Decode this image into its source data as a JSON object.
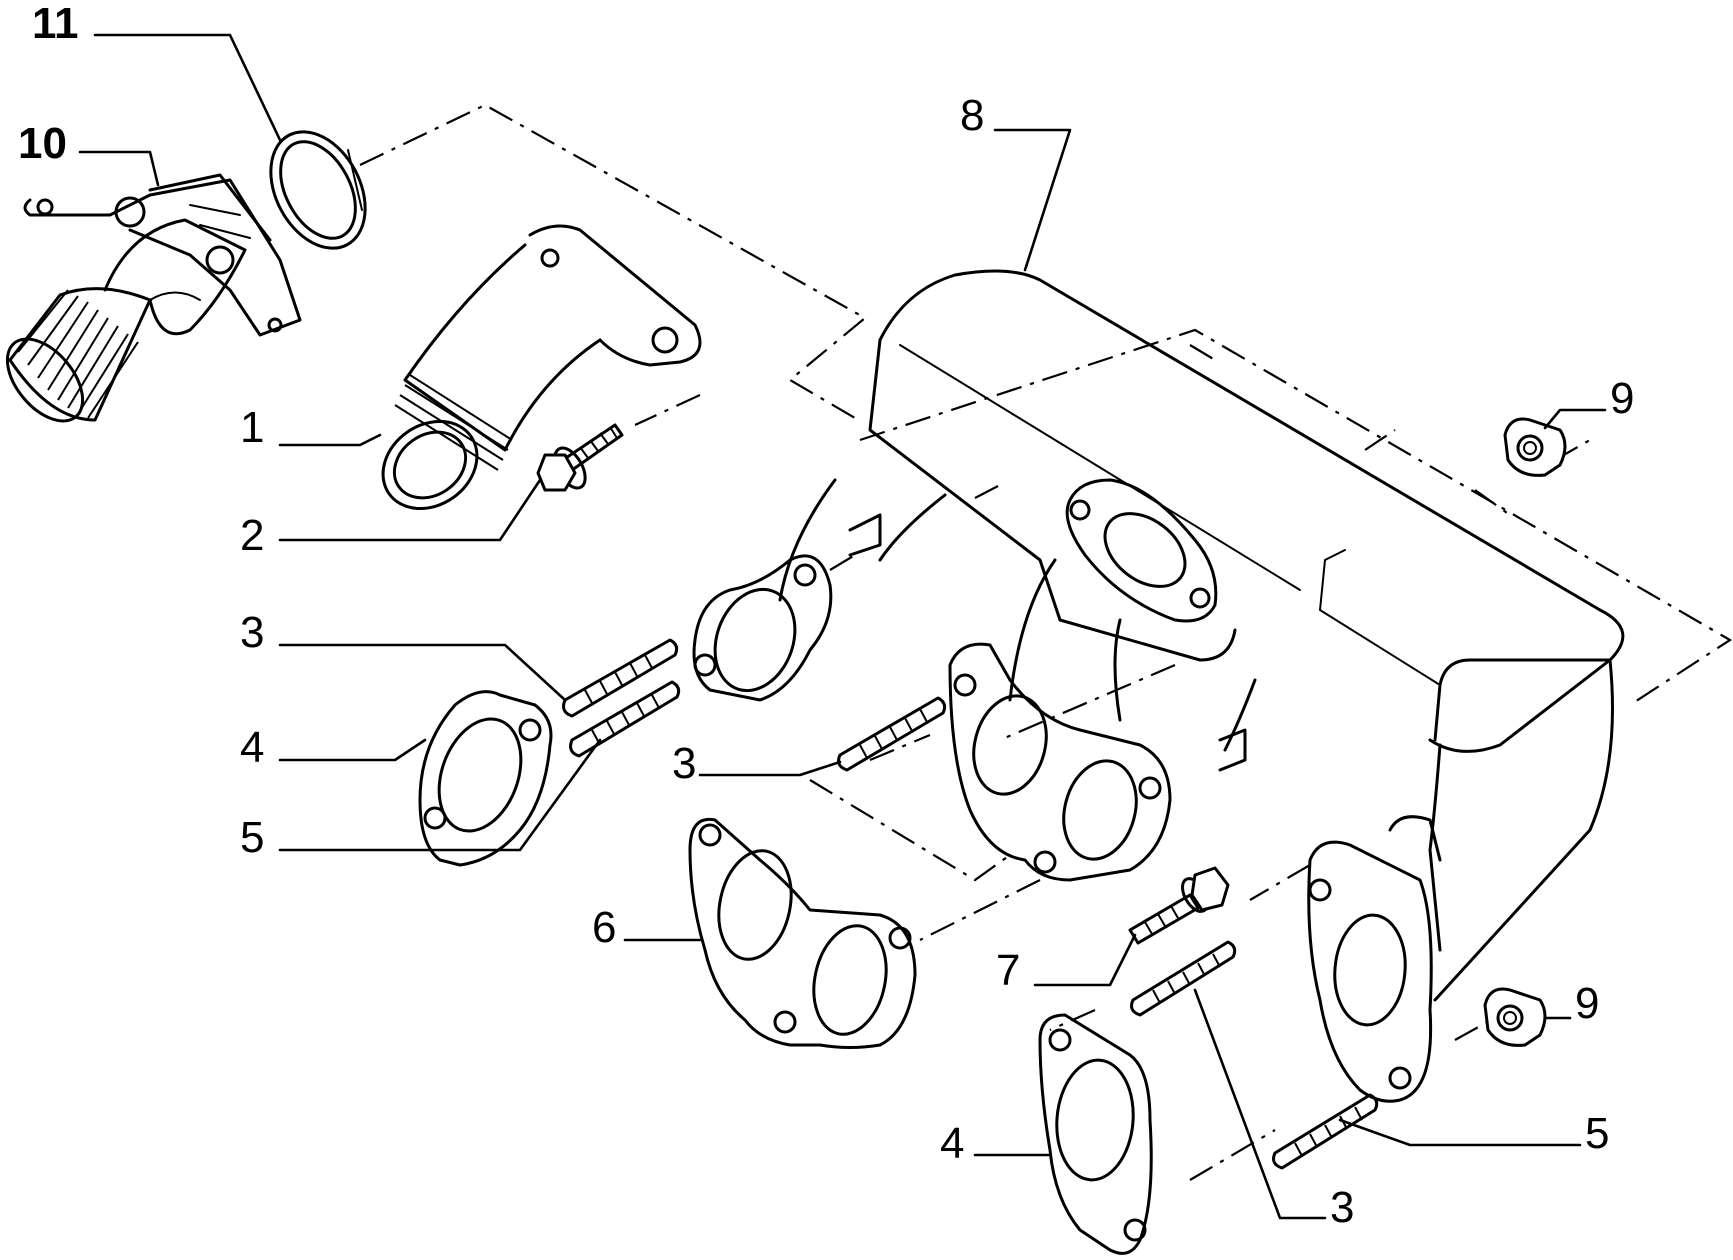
{
  "callouts": {
    "c1": "1",
    "c2": "2",
    "c3a": "3",
    "c3b": "3",
    "c3c": "3",
    "c4a": "4",
    "c4b": "4",
    "c5a": "5",
    "c5b": "5",
    "c6": "6",
    "c7": "7",
    "c8": "8",
    "c9a": "9",
    "c9b": "9",
    "c10": "10",
    "c11": "11"
  }
}
